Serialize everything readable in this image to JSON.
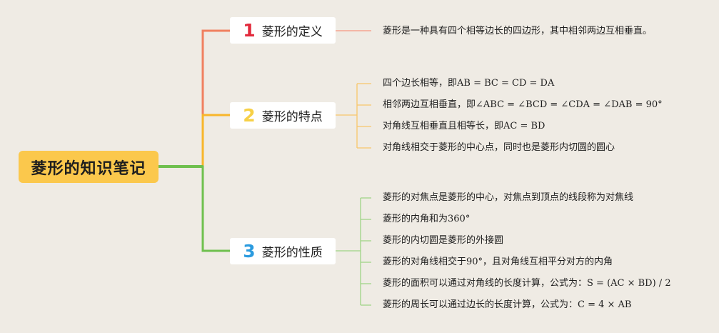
{
  "colors": {
    "background": "#efebe4",
    "root": "#fbc84c",
    "branch1_line": "#f08060",
    "branch2_line": "#f8b62a",
    "branch3_line": "#6fc04e",
    "num1": "#e22a3c",
    "num2": "#f7d046",
    "num3": "#2b9bdf"
  },
  "root": {
    "label": "菱形的知识笔记"
  },
  "branches": [
    {
      "number": "1",
      "label": "菱形的定义",
      "leaves": [
        "菱形是一种具有四个相等边长的四边形，其中相邻两边互相垂直。"
      ]
    },
    {
      "number": "2",
      "label": "菱形的特点",
      "leaves": [
        "四个边长相等，即AB = BC = CD = DA",
        "相邻两边互相垂直，即∠ABC = ∠BCD = ∠CDA = ∠DAB = 90°",
        "对角线互相垂直且相等长，即AC = BD",
        "对角线相交于菱形的中心点，同时也是菱形内切圆的圆心"
      ]
    },
    {
      "number": "3",
      "label": "菱形的性质",
      "leaves": [
        "菱形的对焦点是菱形的中心，对焦点到顶点的线段称为对焦线",
        "菱形的内角和为360°",
        "菱形的内切圆是菱形的外接圆",
        "菱形的对角线相交于90°，且对角线互相平分对方的内角",
        "菱形的面积可以通过对角线的长度计算，公式为：S = (AC × BD) / 2",
        "菱形的周长可以通过边长的长度计算，公式为：C = 4 × AB"
      ]
    }
  ]
}
